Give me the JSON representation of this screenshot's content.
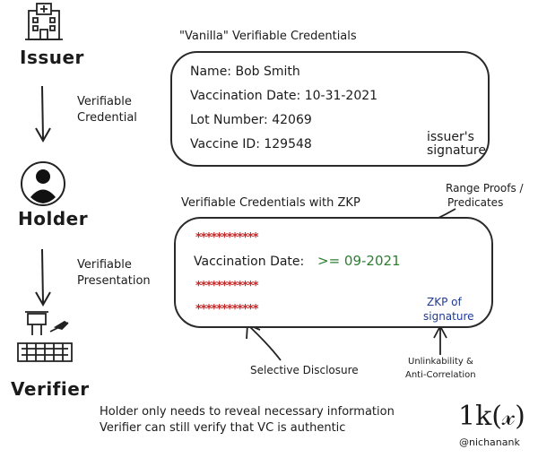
{
  "actors": {
    "issuer": "Issuer",
    "holder": "Holder",
    "verifier": "Verifier"
  },
  "flows": {
    "credential_line1": "Verifiable",
    "credential_line2": "Credential",
    "presentation_line1": "Verifiable",
    "presentation_line2": "Presentation"
  },
  "vanilla": {
    "title": "\"Vanilla\" Verifiable Credentials",
    "name": "Name: Bob Smith",
    "vaccination_date": "Vaccination Date: 10-31-2021",
    "lot_number": "Lot Number: 42069",
    "vaccine_id": "Vaccine ID: 129548",
    "signature_line1": "issuer's",
    "signature_line2": "signature"
  },
  "zkp": {
    "title": "Verifiable Credentials with ZKP",
    "hidden": "************",
    "vaccination_label": "Vaccination Date:",
    "vaccination_value": ">= 09-2021",
    "signature_line1": "ZKP of",
    "signature_line2": "signature"
  },
  "annotations": {
    "range_line1": "Range Proofs /",
    "range_line2": "Predicates",
    "selective": "Selective Disclosure",
    "unlink_line1": "Unlinkability &",
    "unlink_line2": "Anti-Correlation"
  },
  "footer": {
    "line1": "Holder only needs to reveal necessary information",
    "line2": "Verifier can still verify that VC is authentic"
  },
  "brand": {
    "logo": "1k(𝓍)",
    "handle": "@nichanank"
  }
}
